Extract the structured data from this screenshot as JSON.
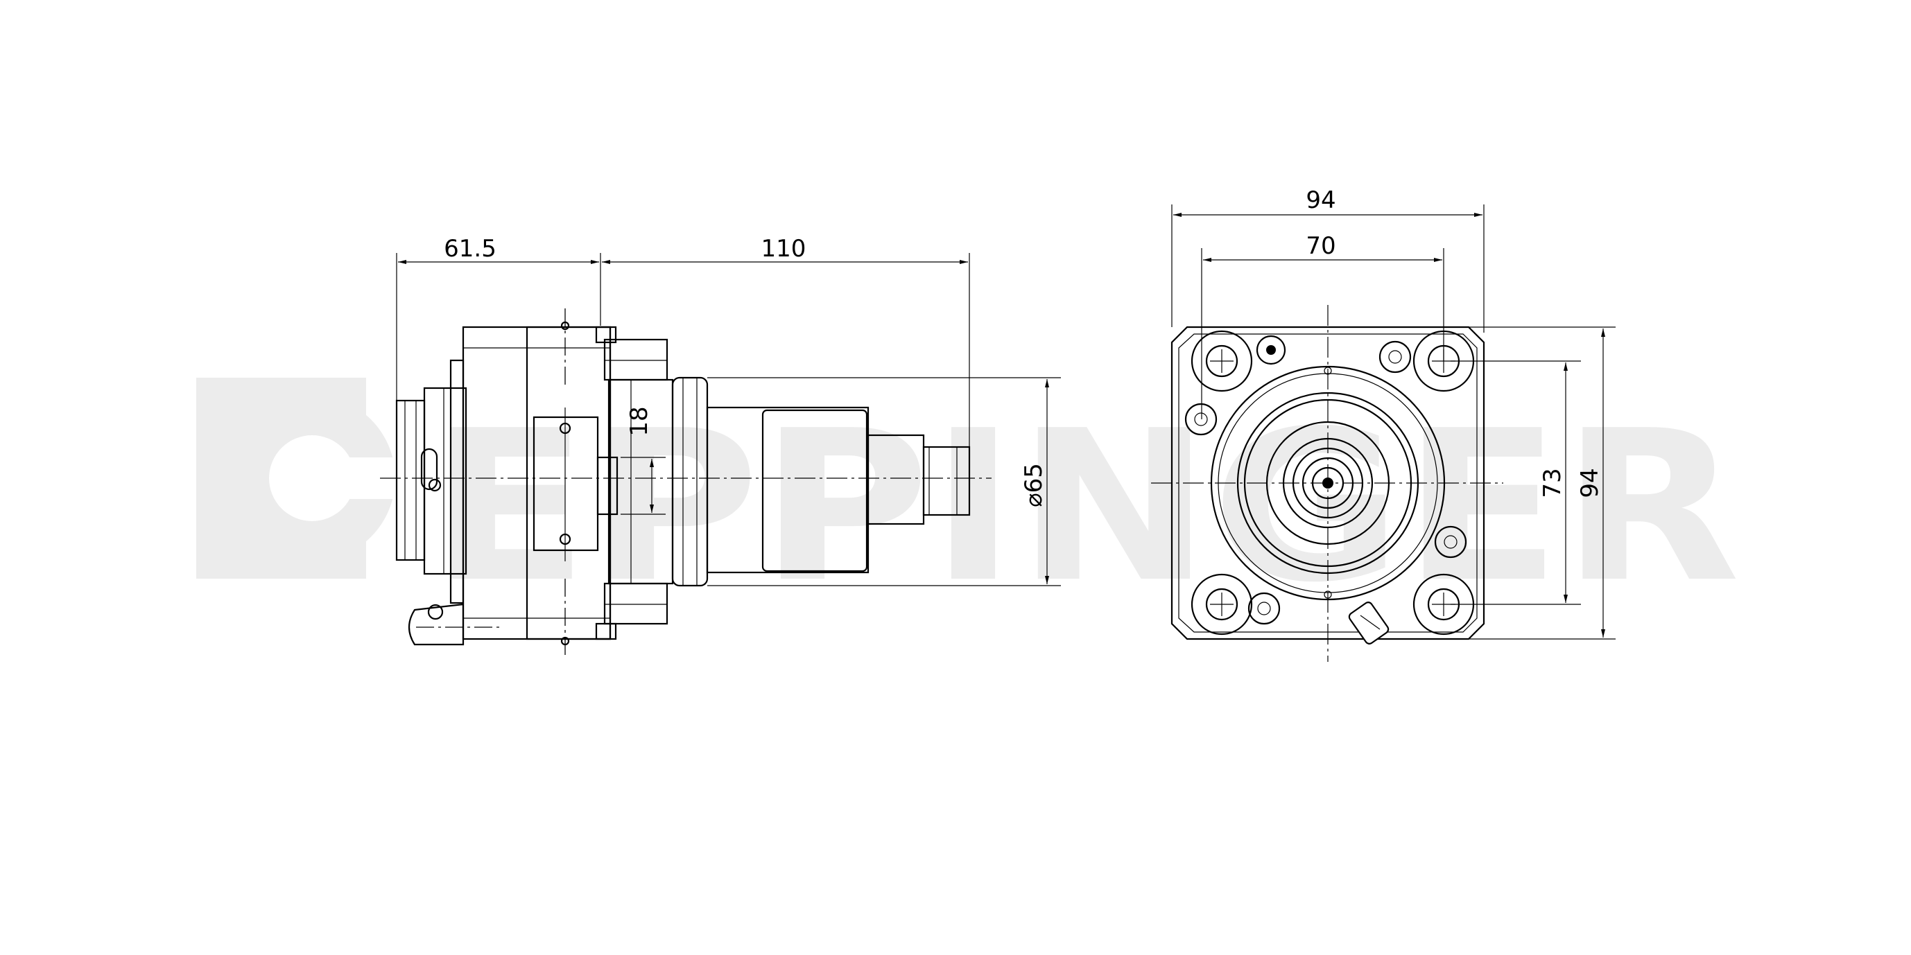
{
  "watermark": {
    "text": "EPPINGER",
    "color": "#ececec"
  },
  "side_view": {
    "dims": {
      "flange_length": "61.5",
      "overall_length": "110",
      "offset_height": "18",
      "shank_diameter": "⌀65"
    }
  },
  "front_view": {
    "dims": {
      "outer_width": "94",
      "bolt_spacing_h": "70",
      "bolt_spacing_v": "73",
      "outer_height": "94"
    }
  }
}
